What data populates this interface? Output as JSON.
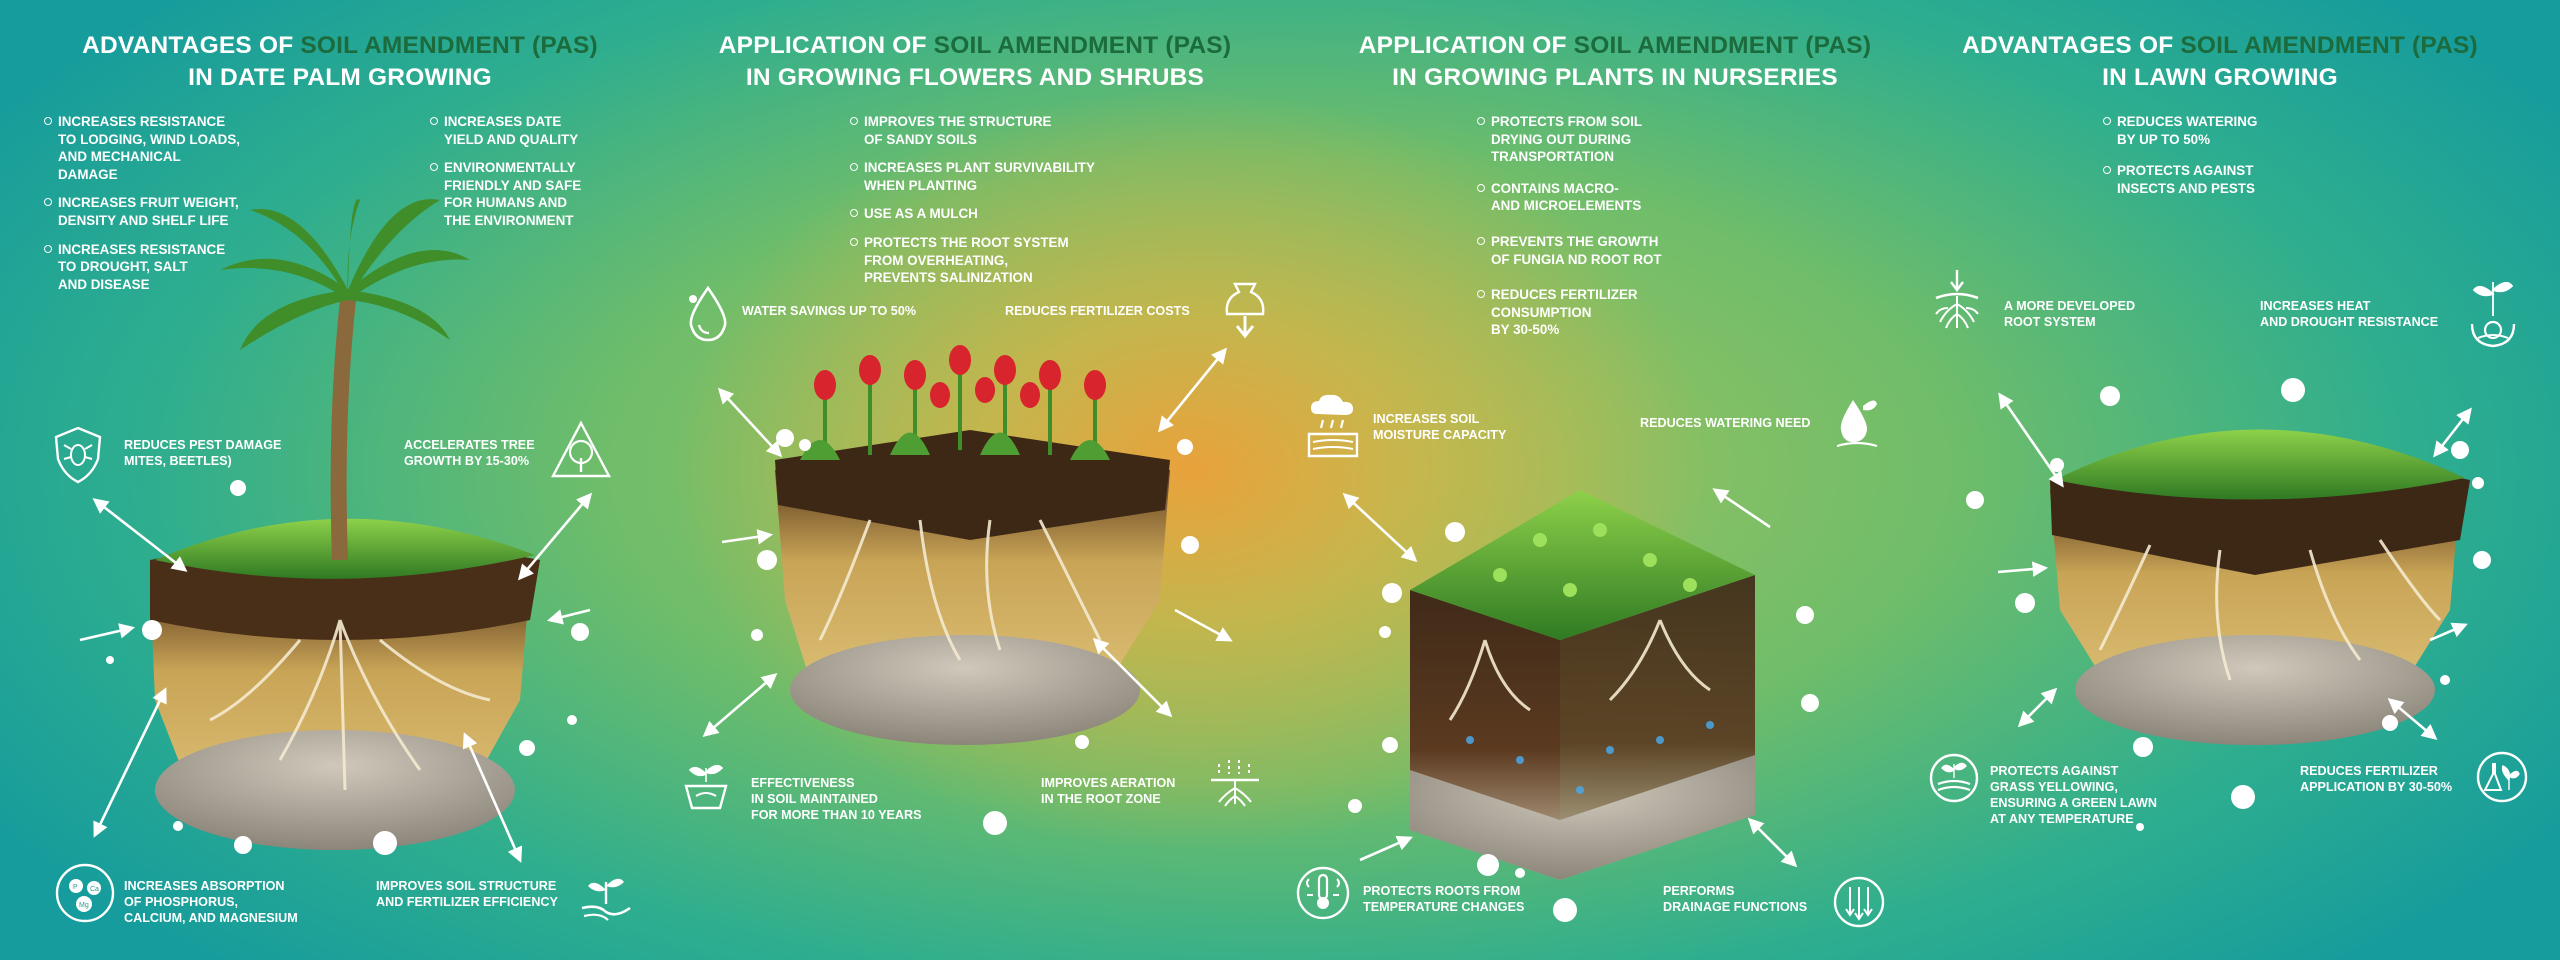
{
  "colors": {
    "title_highlight": "#1c6b3c",
    "text": "#ffffff",
    "center_glow": "#eca03a",
    "edge_teal": "#169c9c"
  },
  "panels": [
    {
      "title_pre": "ADVANTAGES OF ",
      "title_highlight": "SOIL AMENDMENT (PAS)",
      "title_line2": "IN DATE PALM GROWING",
      "bullets_left": [
        "INCREASES RESISTANCE\nTO LODGING, WIND LOADS,\nAND MECHANICAL\nDAMAGE",
        "INCREASES FRUIT WEIGHT,\nDENSITY AND SHELF LIFE",
        "INCREASES RESISTANCE\nTO DROUGHT, SALT\nAND DISEASE"
      ],
      "bullets_right": [
        "INCREASES DATE\nYIELD AND QUALITY",
        "ENVIRONMENTALLY\nFRIENDLY AND SAFE\nFOR HUMANS AND\nTHE ENVIRONMENT"
      ],
      "features": [
        {
          "label": "REDUCES PEST DAMAGE\nMITES, BEETLES)",
          "icon": "bug-shield-icon"
        },
        {
          "label": "ACCELERATES TREE\nGROWTH BY 15-30%",
          "icon": "tree-triangle-icon"
        },
        {
          "label": "INCREASES ABSORPTION\nOF PHOSPHORUS,\nCALCIUM, AND MAGNESIUM",
          "icon": "minerals-icon"
        },
        {
          "label": "IMPROVES SOIL STRUCTURE\nAND FERTILIZER EFFICIENCY",
          "icon": "hand-plant-icon"
        }
      ]
    },
    {
      "title_pre": "APPLICATION OF ",
      "title_highlight": "SOIL AMENDMENT (PAS)",
      "title_line2": "IN GROWING FLOWERS AND SHRUBS",
      "bullets": [
        "IMPROVES THE STRUCTURE\nOF SANDY SOILS",
        "INCREASES PLANT SURVIVABILITY\nWHEN PLANTING",
        "USE AS A MULCH",
        "PROTECTS THE ROOT SYSTEM\nFROM OVERHEATING,\nPREVENTS SALINIZATION"
      ],
      "features": [
        {
          "label": "WATER SAVINGS UP TO 50%",
          "icon": "water-drop-icon"
        },
        {
          "label": "REDUCES FERTILIZER COSTS",
          "icon": "fertilizer-bag-icon"
        },
        {
          "label": "EFFECTIVENESS\nIN SOIL MAINTAINED\nFOR MORE THAN 10 YEARS",
          "icon": "seedling-box-icon"
        },
        {
          "label": "IMPROVES AERATION\nIN THE ROOT ZONE",
          "icon": "roots-aeration-icon"
        }
      ]
    },
    {
      "title_pre": "APPLICATION OF ",
      "title_highlight": "SOIL AMENDMENT (PAS)",
      "title_line2": "IN GROWING PLANTS IN NURSERIES",
      "bullets": [
        "PROTECTS FROM SOIL\nDRYING OUT DURING\nTRANSPORTATION",
        "CONTAINS MACRO-\nAND MICROELEMENTS",
        "PREVENTS THE GROWTH\nOF FUNGIA ND ROOT ROT",
        "REDUCES FERTILIZER\nCONSUMPTION\nBY 30-50%"
      ],
      "features": [
        {
          "label": "INCREASES SOIL\nMOISTURE CAPACITY",
          "icon": "rain-soil-icon"
        },
        {
          "label": "REDUCES WATERING NEED",
          "icon": "drop-leaf-icon"
        },
        {
          "label": "PROTECTS ROOTS FROM\nTEMPERATURE CHANGES",
          "icon": "thermometer-icon"
        },
        {
          "label": "PERFORMS\nDRAINAGE FUNCTIONS",
          "icon": "drainage-icon"
        }
      ]
    },
    {
      "title_pre": "ADVANTAGES OF ",
      "title_highlight": "SOIL AMENDMENT (PAS)",
      "title_line2": "IN LAWN GROWING",
      "bullets": [
        "REDUCES WATERING\nBY UP TO 50%",
        "PROTECTS AGAINST\nINSECTS AND PESTS"
      ],
      "features": [
        {
          "label": "A MORE DEVELOPED\nROOT SYSTEM",
          "icon": "root-system-icon"
        },
        {
          "label": "INCREASES HEAT\nAND DROUGHT RESISTANCE",
          "icon": "sun-plant-icon"
        },
        {
          "label": "PROTECTS AGAINST\nGRASS YELLOWING,\nENSURING A GREEN LAWN\nAT ANY TEMPERATURE",
          "icon": "green-lawn-icon"
        },
        {
          "label": "REDUCES FERTILIZER\nAPPLICATION BY 30-50%",
          "icon": "leaf-flask-icon"
        }
      ]
    }
  ]
}
